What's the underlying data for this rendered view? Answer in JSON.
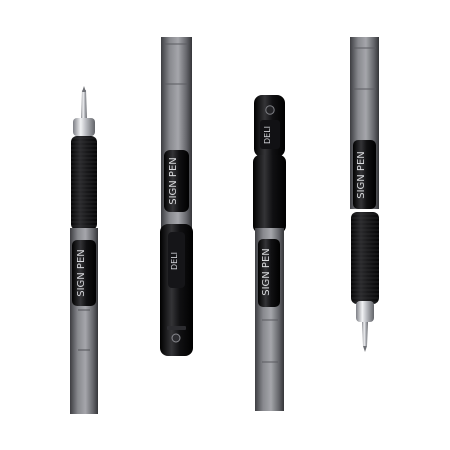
{
  "image": {
    "background": "#ffffff",
    "pens": [
      {
        "label": "SIGN PEN",
        "brand": "",
        "orientation": "tip-up"
      },
      {
        "label": "SIGN PEN",
        "brand": "DELI",
        "orientation": "tip-down"
      },
      {
        "label": "SIGN PEN",
        "brand": "DELI",
        "orientation": "cap-up"
      },
      {
        "label": "SIGN PEN",
        "brand": "",
        "orientation": "tip-down"
      }
    ]
  },
  "colors": {
    "barrel": "#77777c",
    "barrel_dark": "#4e4f54",
    "grip": "#1b1b1d",
    "black_trim": "#0d0d0f",
    "chrome": "#c7c9ce"
  }
}
